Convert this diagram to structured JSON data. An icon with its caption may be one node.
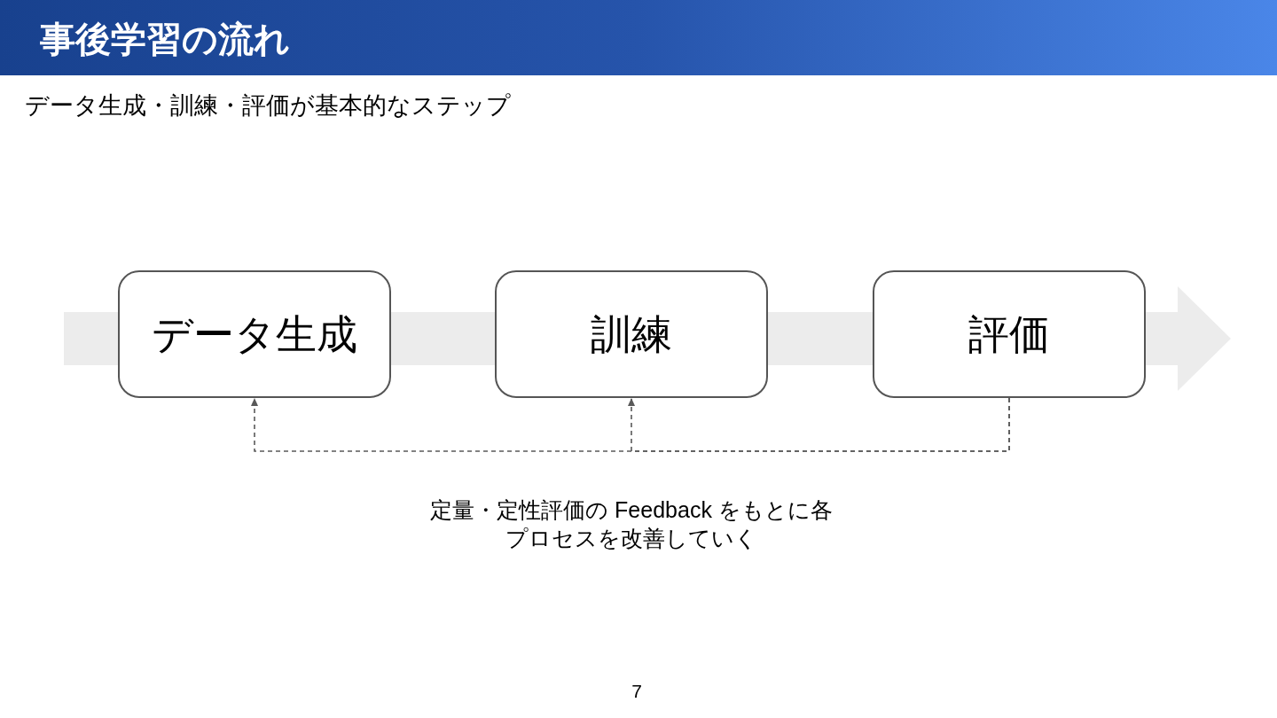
{
  "diagram": {
    "title": "事後学習の流れ",
    "nodes": [
      {
        "text": [
          "データ生成"
        ]
      },
      {
        "text": [
          "訓練"
        ]
      },
      {
        "text": [
          "評価"
        ]
      }
    ],
    "edges": [
      {
        "from": 2,
        "to": 0,
        "arrow": "to",
        "style": "dashed"
      },
      {
        "from": 2,
        "to": 1,
        "arrow": "to",
        "style": "dashed"
      }
    ],
    "labels": [
      "データ生成・訓練・評価が基本的なステップ",
      "定量・定性評価の Feedback をもとに各プロセスを改善していく",
      "7"
    ]
  }
}
